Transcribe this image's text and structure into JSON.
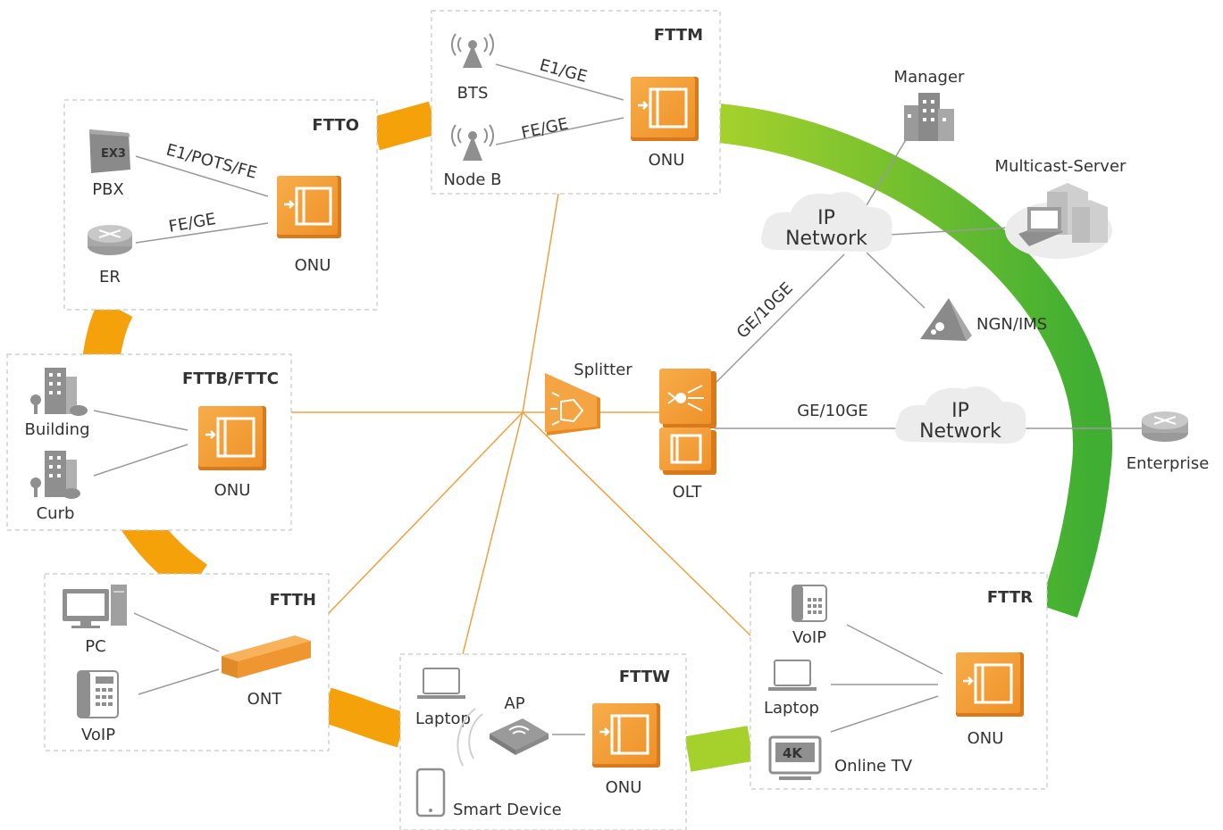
{
  "colors": {
    "orange_ring": "#f5a10a",
    "green_ring": "#56b82f",
    "device_orange": "#f29b35",
    "box_border": "#c8c8c8"
  },
  "ftto": {
    "title": "FTTO",
    "pbx": "PBX",
    "er": "ER",
    "onu": "ONU",
    "link1": "E1/POTS/FE",
    "link2": "FE/GE",
    "pbx_badge": "EX3"
  },
  "fttm": {
    "title": "FTTM",
    "bts": "BTS",
    "nodeb": "Node B",
    "onu": "ONU",
    "link1": "E1/GE",
    "link2": "FE/GE"
  },
  "fttb": {
    "title": "FTTB/FTTC",
    "building": "Building",
    "curb": "Curb",
    "onu": "ONU"
  },
  "ftth": {
    "title": "FTTH",
    "pc": "PC",
    "voip": "VoIP",
    "ont": "ONT"
  },
  "fttw": {
    "title": "FTTW",
    "laptop": "Laptop",
    "ap": "AP",
    "smart": "Smart Device",
    "onu": "ONU"
  },
  "fttr": {
    "title": "FTTR",
    "voip": "VoIP",
    "laptop": "Laptop",
    "tv": "Online TV",
    "tv_badge": "4K",
    "onu": "ONU"
  },
  "core": {
    "splitter": "Splitter",
    "olt": "OLT",
    "manager": "Manager",
    "multicast": "Multicast-Server",
    "ngn": "NGN/IMS",
    "enterprise": "Enterprise",
    "ip1_line1": "IP",
    "ip1_line2": "Network",
    "ip2_line1": "IP",
    "ip2_line2": "Network",
    "uplink1": "GE/10GE",
    "uplink2": "GE/10GE"
  }
}
